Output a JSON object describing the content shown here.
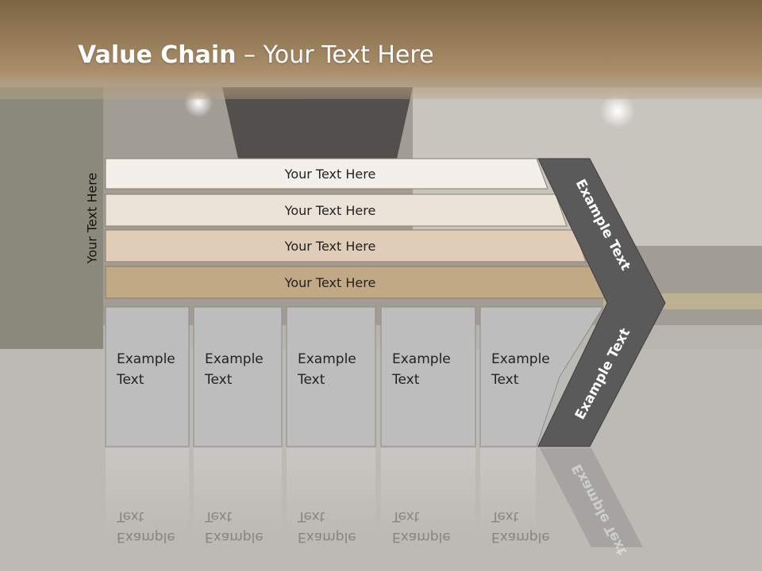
{
  "slide": {
    "title_bold": "Value Chain",
    "title_rest": " – Your Text Here",
    "side_label": "Your Text Here"
  },
  "rows": [
    {
      "label": "Your Text Here",
      "color": "#f3f0ec"
    },
    {
      "label": "Your Text Here",
      "color": "#ebe2d8"
    },
    {
      "label": "Your Text Here",
      "color": "#dfcdb8"
    },
    {
      "label": "Your Text Here",
      "color": "#c2a986"
    }
  ],
  "boxes": [
    {
      "line1": "Example",
      "line2": "Text"
    },
    {
      "line1": "Example",
      "line2": "Text"
    },
    {
      "line1": "Example",
      "line2": "Text"
    },
    {
      "line1": "Example",
      "line2": "Text"
    },
    {
      "line1": "Example",
      "line2": "Text"
    }
  ],
  "chevron": {
    "upper_text": "Example Text",
    "lower_text": "Example Text",
    "color": "#5a5a5a"
  },
  "colors": {
    "header": "#8a7150",
    "box_fill": "#bdbdbd",
    "box_stroke": "#8c8c8c"
  }
}
